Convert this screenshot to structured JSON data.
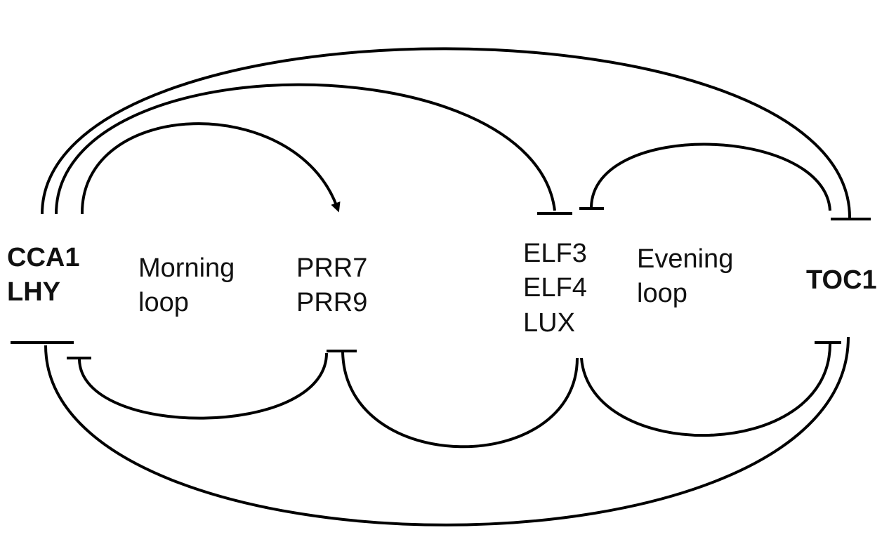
{
  "diagram": {
    "nodes": {
      "morning_genes": {
        "line1": "CCA1",
        "line2": "LHY"
      },
      "prr_genes": {
        "line1": "PRR7",
        "line2": "PRR9"
      },
      "evening_complex": {
        "line1": "ELF3",
        "line2": "ELF4",
        "line3": "LUX"
      },
      "toc1": {
        "line1": "TOC1"
      }
    },
    "loops": {
      "morning": {
        "line1": "Morning",
        "line2": "loop"
      },
      "evening": {
        "line1": "Evening",
        "line2": "loop"
      }
    },
    "edges": [
      {
        "from": "CCA1/LHY",
        "to": "PRR7/PRR9",
        "type": "activation"
      },
      {
        "from": "CCA1/LHY",
        "to": "ELF3/ELF4/LUX",
        "type": "repression"
      },
      {
        "from": "CCA1/LHY",
        "to": "TOC1",
        "type": "repression"
      },
      {
        "from": "TOC1",
        "to": "ELF3/ELF4/LUX",
        "type": "repression"
      },
      {
        "from": "PRR7/PRR9",
        "to": "CCA1/LHY",
        "type": "repression"
      },
      {
        "from": "ELF3/ELF4/LUX",
        "to": "PRR7/PRR9",
        "type": "repression"
      },
      {
        "from": "ELF3/ELF4/LUX",
        "to": "TOC1",
        "type": "repression"
      },
      {
        "from": "TOC1",
        "to": "CCA1/LHY",
        "type": "repression"
      }
    ],
    "colors": {
      "line": "#000000",
      "text": "#111111",
      "background": "#ffffff"
    }
  }
}
